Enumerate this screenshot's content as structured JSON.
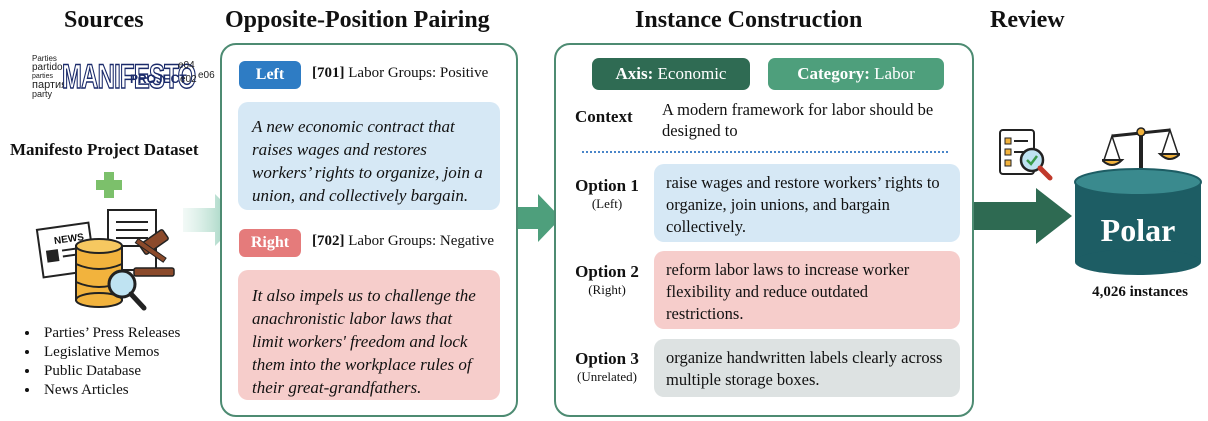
{
  "headings": {
    "sources": "Sources",
    "pairing": "Opposite-Position Pairing",
    "construction": "Instance Construction",
    "review": "Review"
  },
  "sources": {
    "logo_words": [
      "Parties",
      "partido",
      "parties",
      "партия",
      "party"
    ],
    "logo_main": "MANIFESTO",
    "logo_project": "PROJECT",
    "logo_codes": [
      "e04",
      "e02",
      "e06"
    ],
    "dataset_label": "Manifesto Project Dataset",
    "news_label": "NEWS",
    "bullets": [
      "Parties’ Press Releases",
      "Legislative Memos",
      "Public Database",
      "News Articles"
    ]
  },
  "pairing": {
    "left_tag": "Left",
    "left_code": "[701]",
    "left_desc": "Labor Groups: Positive",
    "left_quote": "A new economic contract that raises wages and restores workers’ rights to organize, join a union, and collectively bargain.",
    "right_tag": "Right",
    "right_code": "[702]",
    "right_desc": "Labor Groups: Negative",
    "right_quote": "It also impels us to challenge the anachronistic labor laws that limit workers' freedom and lock them into the workplace rules of their great-grandfathers."
  },
  "construction": {
    "axis_label": "Axis:",
    "axis_value": "Economic",
    "category_label": "Category:",
    "category_value": "Labor",
    "context_label": "Context",
    "context_text": "A modern framework for labor should be designed to",
    "options": [
      {
        "label": "Option 1",
        "side": "(Left)",
        "text": "raise wages and restore workers’ rights to organize, join unions, and bargain collectively."
      },
      {
        "label": "Option 2",
        "side": "(Right)",
        "text": "reform labor laws to increase worker flexibility and reduce outdated restrictions."
      },
      {
        "label": "Option 3",
        "side": "(Unrelated)",
        "text": "organize handwritten labels clearly across multiple storage boxes."
      }
    ]
  },
  "review": {
    "db_label": "Polar",
    "count": "4,026 instances"
  },
  "colors": {
    "panel_border": "#4d8b72",
    "left_blue": "#2e7cc4",
    "right_red": "#e57b7b",
    "blue_fill": "#d6e8f5",
    "red_fill": "#f6cdcb",
    "gray_fill": "#dde2e2",
    "axis_dark": "#2f6b53",
    "category_green": "#4e9f7c",
    "polar_teal": "#1d5d64",
    "arrow_dark": "#2e6a52"
  }
}
